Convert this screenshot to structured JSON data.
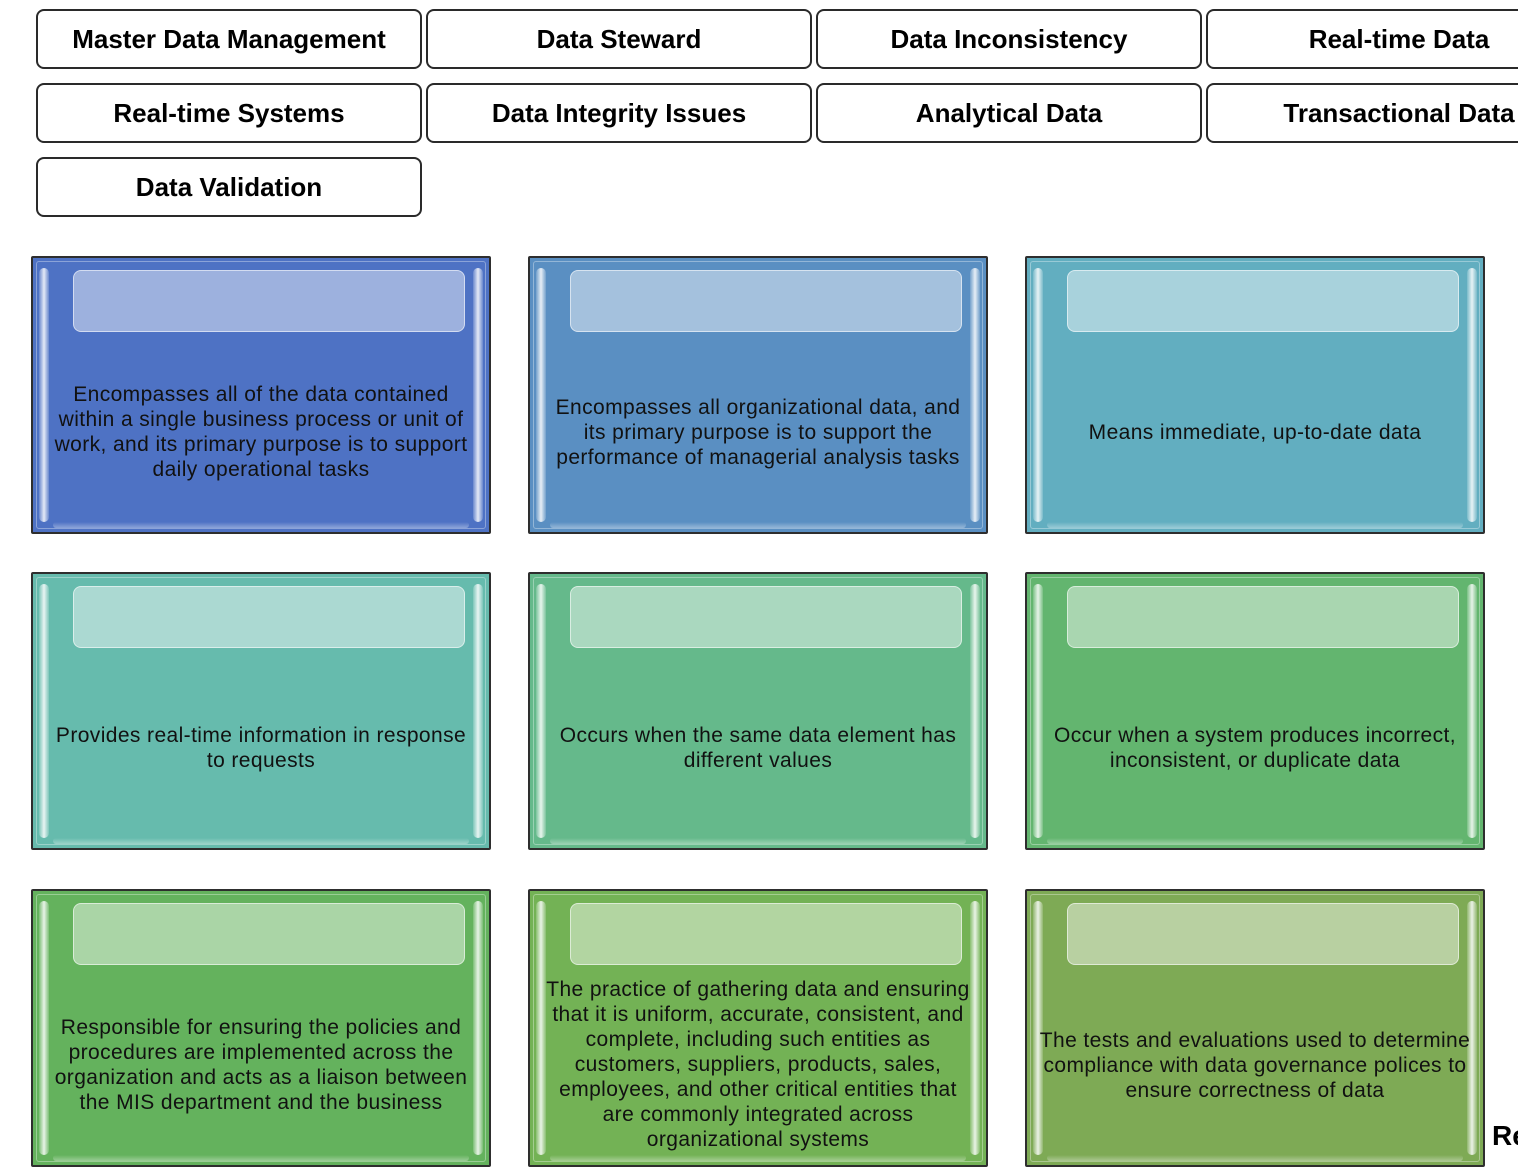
{
  "terms": [
    "Master Data Management",
    "Data Steward",
    "Data Inconsistency",
    "Real-time Data",
    "Real-time Systems",
    "Data Integrity Issues",
    "Analytical Data",
    "Transactional Data",
    "Data Validation"
  ],
  "definitions": [
    "Encompasses all of the data contained within a single business process or unit of work, and its primary purpose is to support daily operational tasks",
    "Encompasses all organizational data, and its primary purpose is to support the performance of managerial analysis tasks",
    "Means immediate, up-to-date data",
    "Provides real-time information in response to requests",
    "Occurs when the same data element has different values",
    "Occur when a system produces incorrect, inconsistent, or duplicate data",
    "Responsible for ensuring the policies and procedures are implemented across the organization and acts as a liaison between the MIS department and the business",
    "The practice of gathering data and ensuring that it is uniform, accurate, consistent, and complete, including such entities as customers, suppliers, products, sales, employees, and other critical entities that are commonly integrated across organizational systems",
    "The tests and evaluations used to determine compliance with data governance polices to ensure correctness of data"
  ],
  "card_colors": [
    "#4e72c4",
    "#5a8fc2",
    "#62aec0",
    "#66bbad",
    "#65b98b",
    "#63b56f",
    "#64b25d",
    "#73b255",
    "#7eaa55"
  ],
  "corner_text": "Re"
}
